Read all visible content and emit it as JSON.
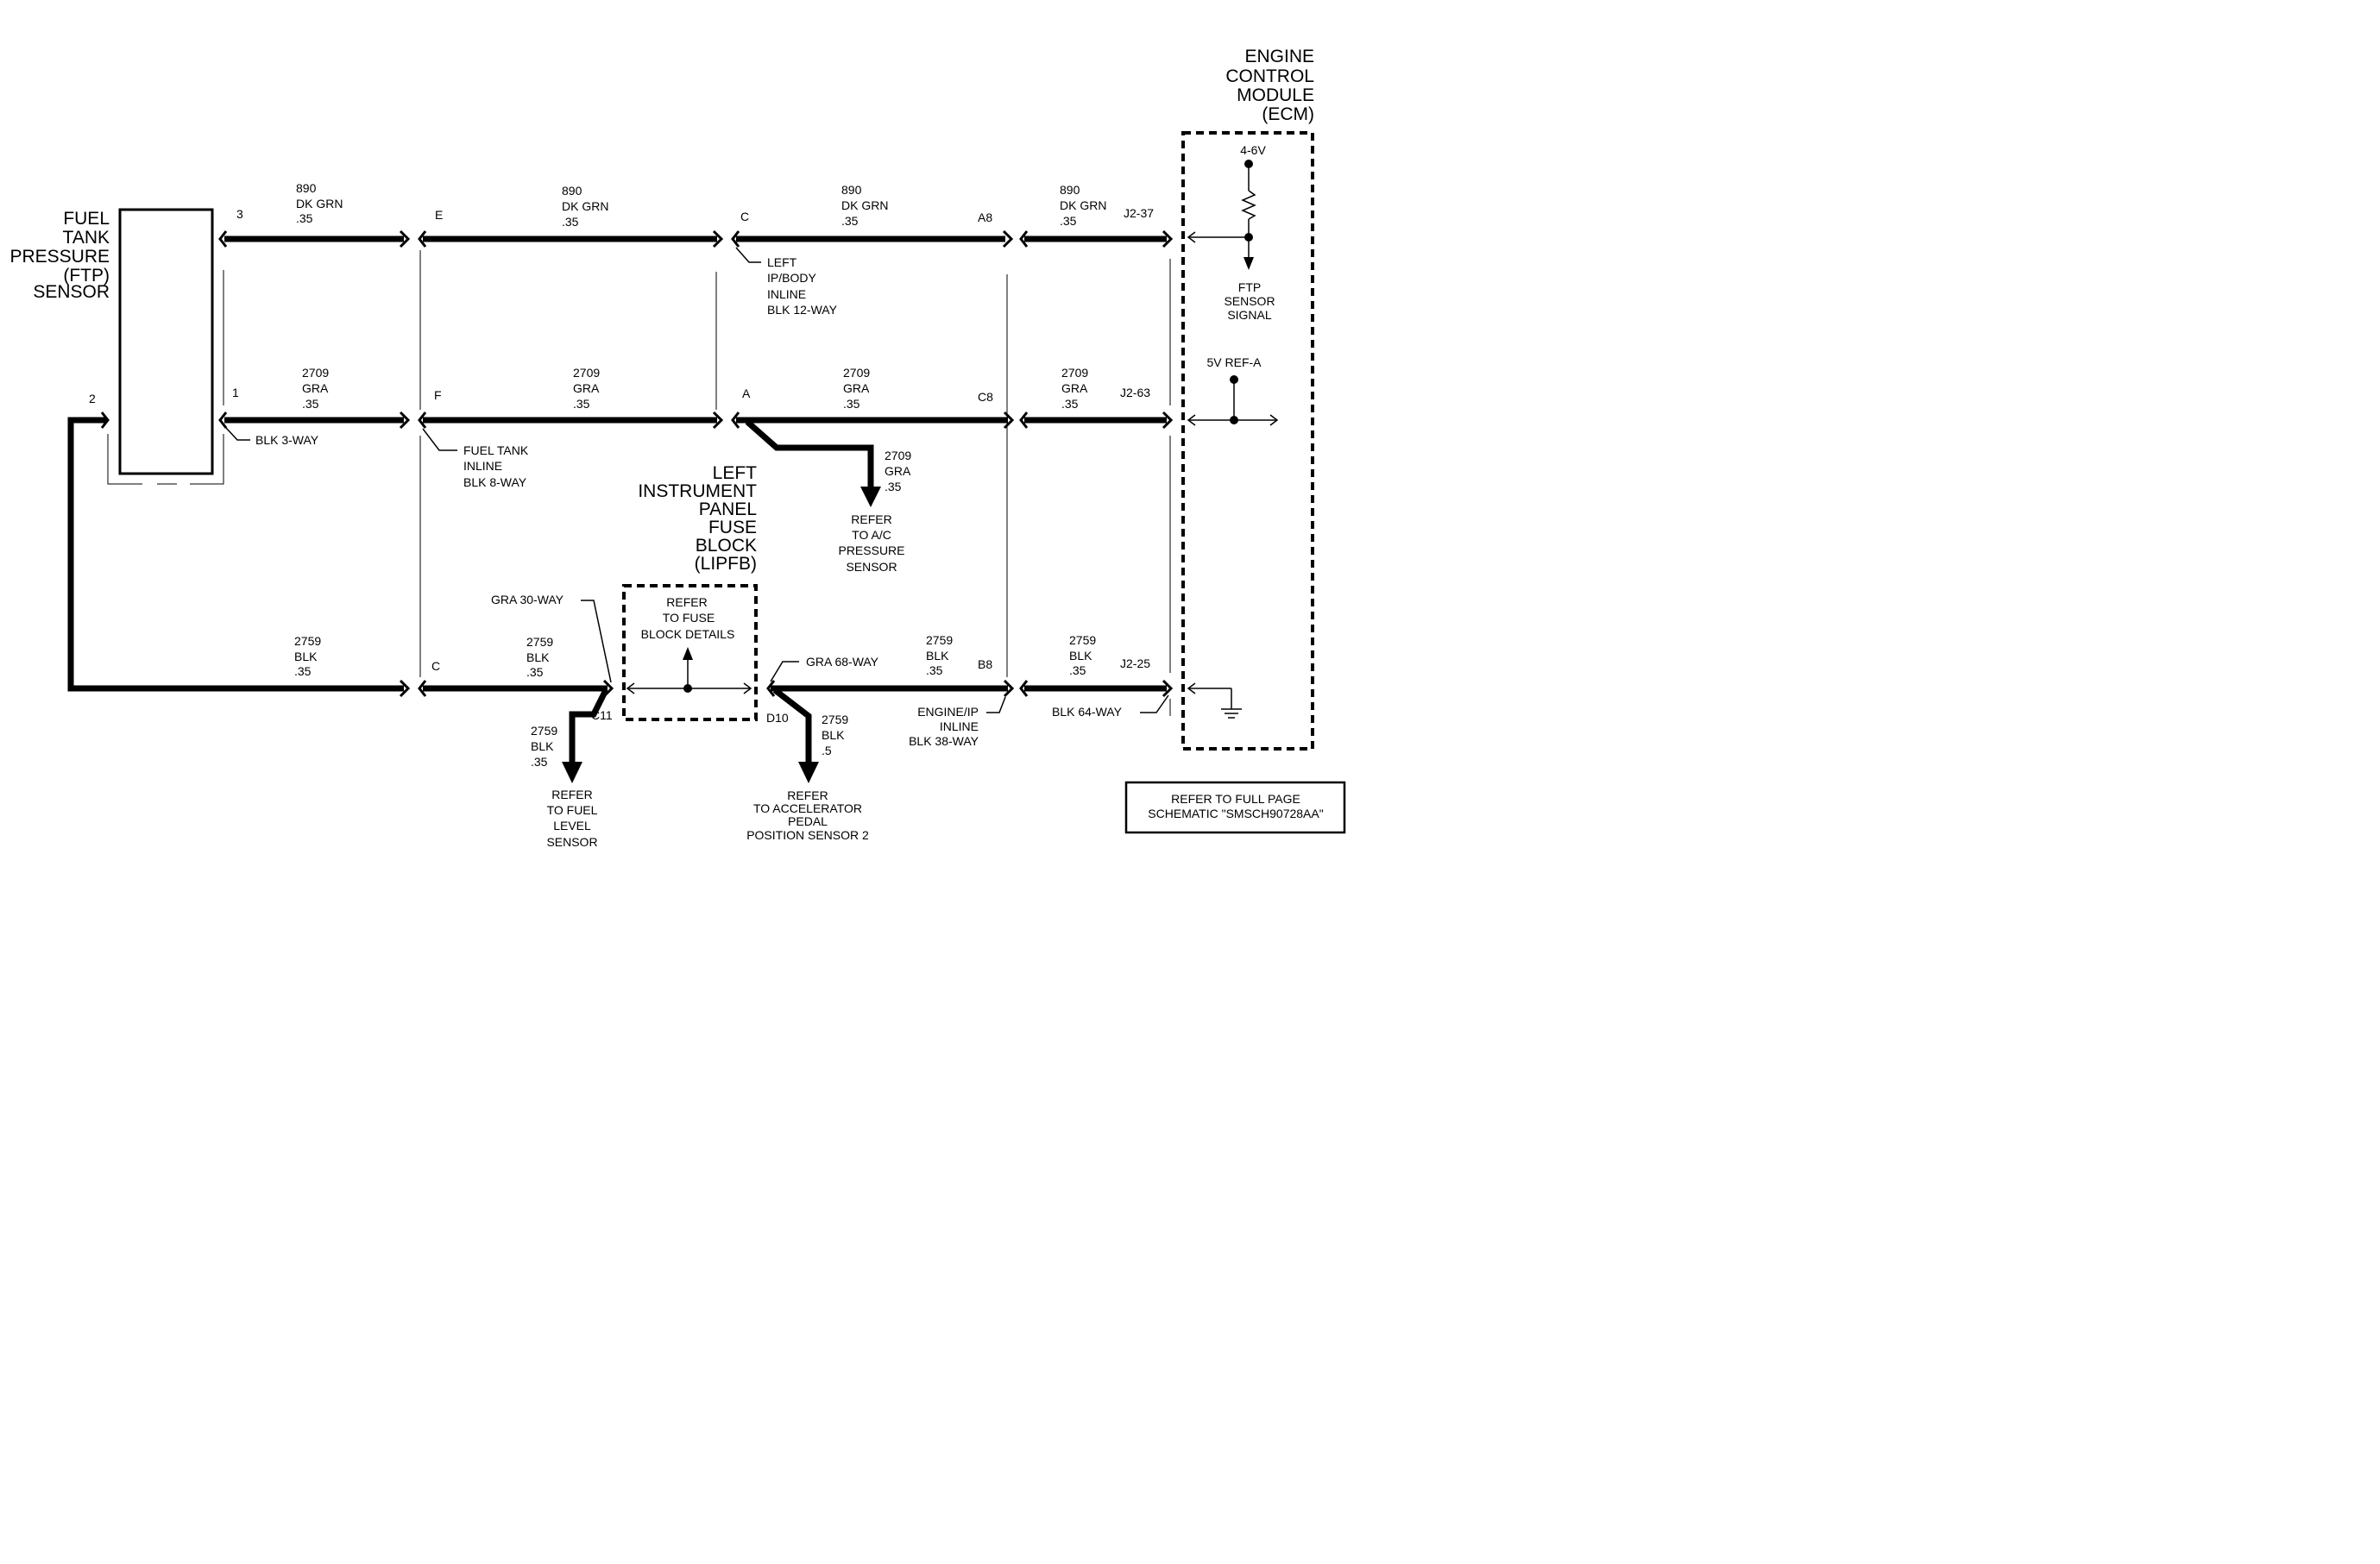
{
  "ftp_sensor": {
    "title": [
      "FUEL",
      "TANK",
      "PRESSURE",
      "(FTP)",
      "SENSOR"
    ],
    "pins": {
      "p3": "3",
      "p1": "1",
      "p2": "2"
    },
    "connector": "BLK 3-WAY"
  },
  "ecm": {
    "title": [
      "ENGINE",
      "CONTROL",
      "MODULE",
      "(ECM)"
    ],
    "voltage": "4-6V",
    "signal_label": [
      "FTP",
      "SENSOR",
      "SIGNAL"
    ],
    "ref_label": "5V REF-A",
    "connector": "BLK 64-WAY"
  },
  "lipfb": {
    "title": [
      "LEFT",
      "INSTRUMENT",
      "PANEL",
      "FUSE",
      "BLOCK",
      "(LIPFB)"
    ],
    "refer": [
      "REFER",
      "TO FUSE",
      "BLOCK DETAILS"
    ],
    "gra30": "GRA 30-WAY",
    "gra68": "GRA 68-WAY",
    "pin_c11": "C11",
    "pin_d10": "D10"
  },
  "connectors": {
    "fuel_tank_inline": {
      "pins": {
        "top": "E",
        "mid": "F",
        "bot": "C"
      },
      "label": [
        "FUEL TANK",
        "INLINE",
        "BLK 8-WAY"
      ]
    },
    "ip_body_inline": {
      "pins": {
        "top_l": "C",
        "top_r": "A8",
        "mid_l": "A",
        "mid_r": "C8"
      },
      "label": [
        "LEFT",
        "IP/BODY",
        "INLINE",
        "BLK 12-WAY"
      ]
    },
    "engine_ip_inline": {
      "pin": "B8",
      "label": [
        "ENGINE/IP",
        "INLINE",
        "BLK 38-WAY"
      ]
    },
    "ecm_pins": {
      "top": "J2-37",
      "mid": "J2-63",
      "bot": "J2-25"
    }
  },
  "wires": {
    "w890": [
      "890",
      "DK GRN",
      ".35"
    ],
    "w2709": [
      "2709",
      "GRA",
      ".35"
    ],
    "w2759": [
      "2759",
      "BLK",
      ".35"
    ],
    "w2759_5": [
      "2759",
      "BLK",
      ".5"
    ]
  },
  "refs": {
    "ac": [
      "REFER",
      "TO A/C",
      "PRESSURE",
      "SENSOR"
    ],
    "fuel_level": [
      "REFER",
      "TO FUEL",
      "LEVEL",
      "SENSOR"
    ],
    "accel": [
      "REFER",
      "TO ACCELERATOR",
      "PEDAL",
      "POSITION SENSOR 2"
    ]
  },
  "full_page_ref": [
    "REFER TO FULL PAGE",
    "SCHEMATIC \"SMSCH90728AA\""
  ]
}
